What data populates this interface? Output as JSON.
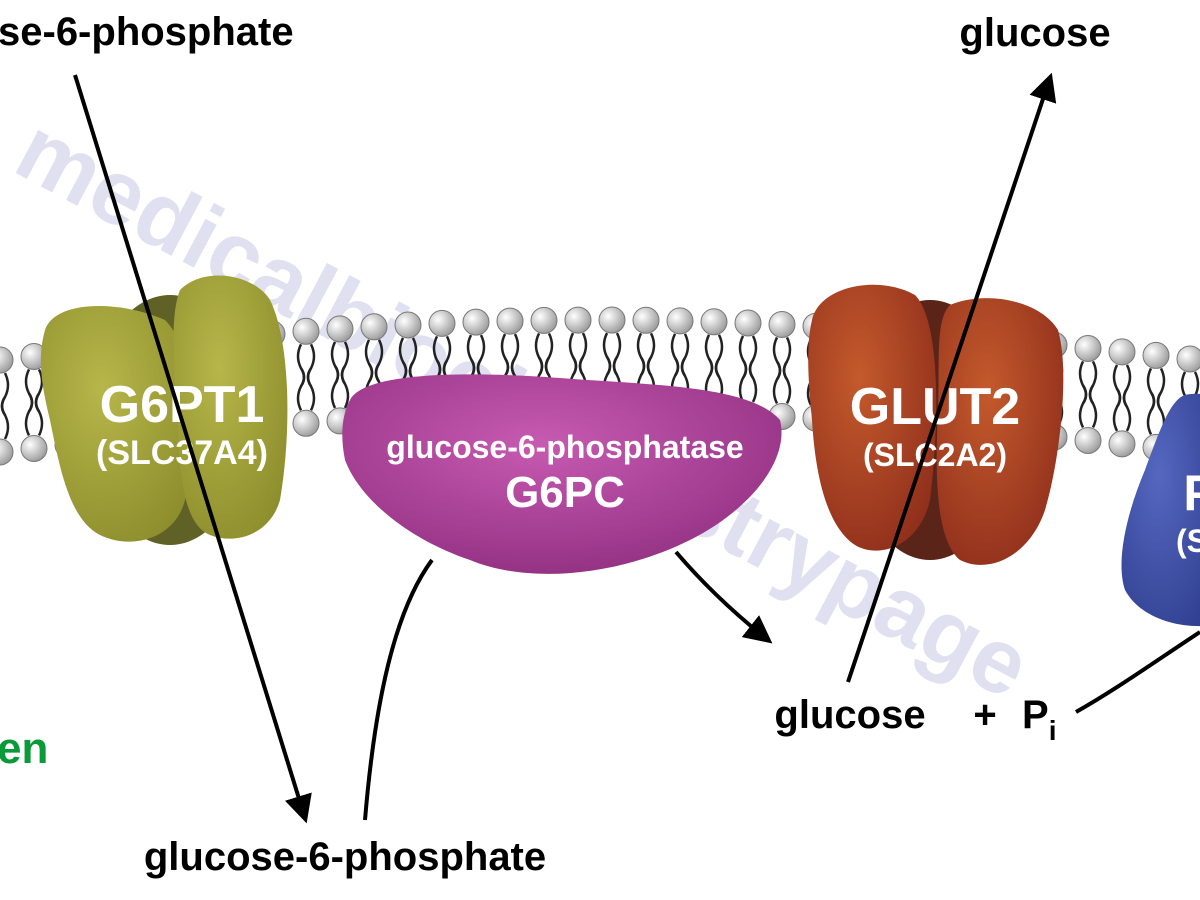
{
  "labels": {
    "top_left": "se-6-phosphate",
    "top_right": "glucose",
    "bottom": "glucose-6-phosphate",
    "mid_glucose": "glucose",
    "plus": "+",
    "pi_main": "P",
    "pi_sub": "i",
    "left_green": "en"
  },
  "proteins": {
    "g6pt1": {
      "name": "G6PT1",
      "gene": "(SLC37A4)",
      "color": "#a8a638",
      "color_dark": "#5f6126"
    },
    "g6pc": {
      "name": "glucose-6-phosphatase",
      "gene": "G6PC",
      "color": "#b13e9b"
    },
    "glut2": {
      "name": "GLUT2",
      "gene": "(SLC2A2)",
      "color": "#b2441d",
      "color_dark": "#5a2418"
    },
    "right_protein": {
      "name": "P",
      "gene": "(S",
      "color": "#3f53a8"
    }
  },
  "watermark": "medicalbiochemistrypage",
  "colors": {
    "membrane_head": "#d9d9d9",
    "lipid_tail": "#222222",
    "arrow": "#000000",
    "green_text": "#0a9a3a",
    "watermark": "#c9c6e6"
  }
}
